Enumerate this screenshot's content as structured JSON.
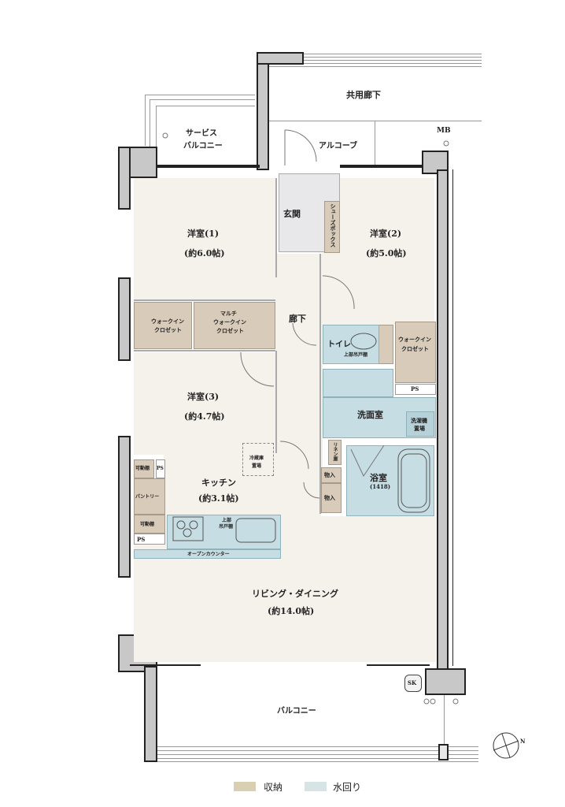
{
  "floorplan": {
    "rooms": {
      "common_corridor": "共用廊下",
      "service_balcony_line1": "サービス",
      "service_balcony_line2": "バルコニー",
      "alcove": "アルコーブ",
      "mb": "MB",
      "entrance": "玄関",
      "shoe_box": "シューズボックス",
      "western1_name": "洋室(1)",
      "western1_size": "(約6.0帖)",
      "western2_name": "洋室(2)",
      "western2_size": "(約5.0帖)",
      "wic1_line1": "ウォークイン",
      "wic1_line2": "クロゼット",
      "multi_wic_line1": "マルチ",
      "multi_wic_line2": "ウォークイン",
      "multi_wic_line3": "クロゼット",
      "hallway": "廊下",
      "toilet": "トイレ",
      "toilet_upper_cabinet": "上部吊戸棚",
      "wic2_line1": "ウォークイン",
      "wic2_line2": "クロゼット",
      "ps_right": "PS",
      "western3_name": "洋室(3)",
      "western3_size": "(約4.7帖)",
      "washroom": "洗面室",
      "washer_line1": "洗濯機",
      "washer_line2": "置場",
      "linen_cabinet": "リネン庫",
      "bathroom": "浴室",
      "bathroom_size": "(1418)",
      "storage_a": "物入",
      "storage_b": "物入",
      "fridge_line1": "冷蔵庫",
      "fridge_line2": "置場",
      "kitchen_name": "キッチン",
      "kitchen_size": "(約3.1帖)",
      "movable_shelf_top": "可動棚",
      "pantry": "パントリー",
      "movable_shelf_bottom": "可動棚",
      "ps_small": "PS",
      "ps_left": "PS",
      "kitchen_upper_cabinet_line1": "上部",
      "kitchen_upper_cabinet_line2": "吊戸棚",
      "open_counter": "オープンカウンター",
      "living_name": "リビング・ダイニング",
      "living_size": "(約14.0帖)",
      "sk": "SK",
      "balcony": "バルコニー"
    },
    "compass": {
      "label": "N"
    }
  },
  "legend": {
    "items": [
      {
        "label": "収納",
        "color": "#d9cfb3"
      },
      {
        "label": "水回り",
        "color": "#d6e4e6"
      }
    ]
  },
  "colors": {
    "room_floor": "#f5f2ec",
    "storage": "#d8cbb9",
    "wet_area": "#c6dde3",
    "wall_fill": "#c8c8c8",
    "wall_line": "#222222"
  }
}
